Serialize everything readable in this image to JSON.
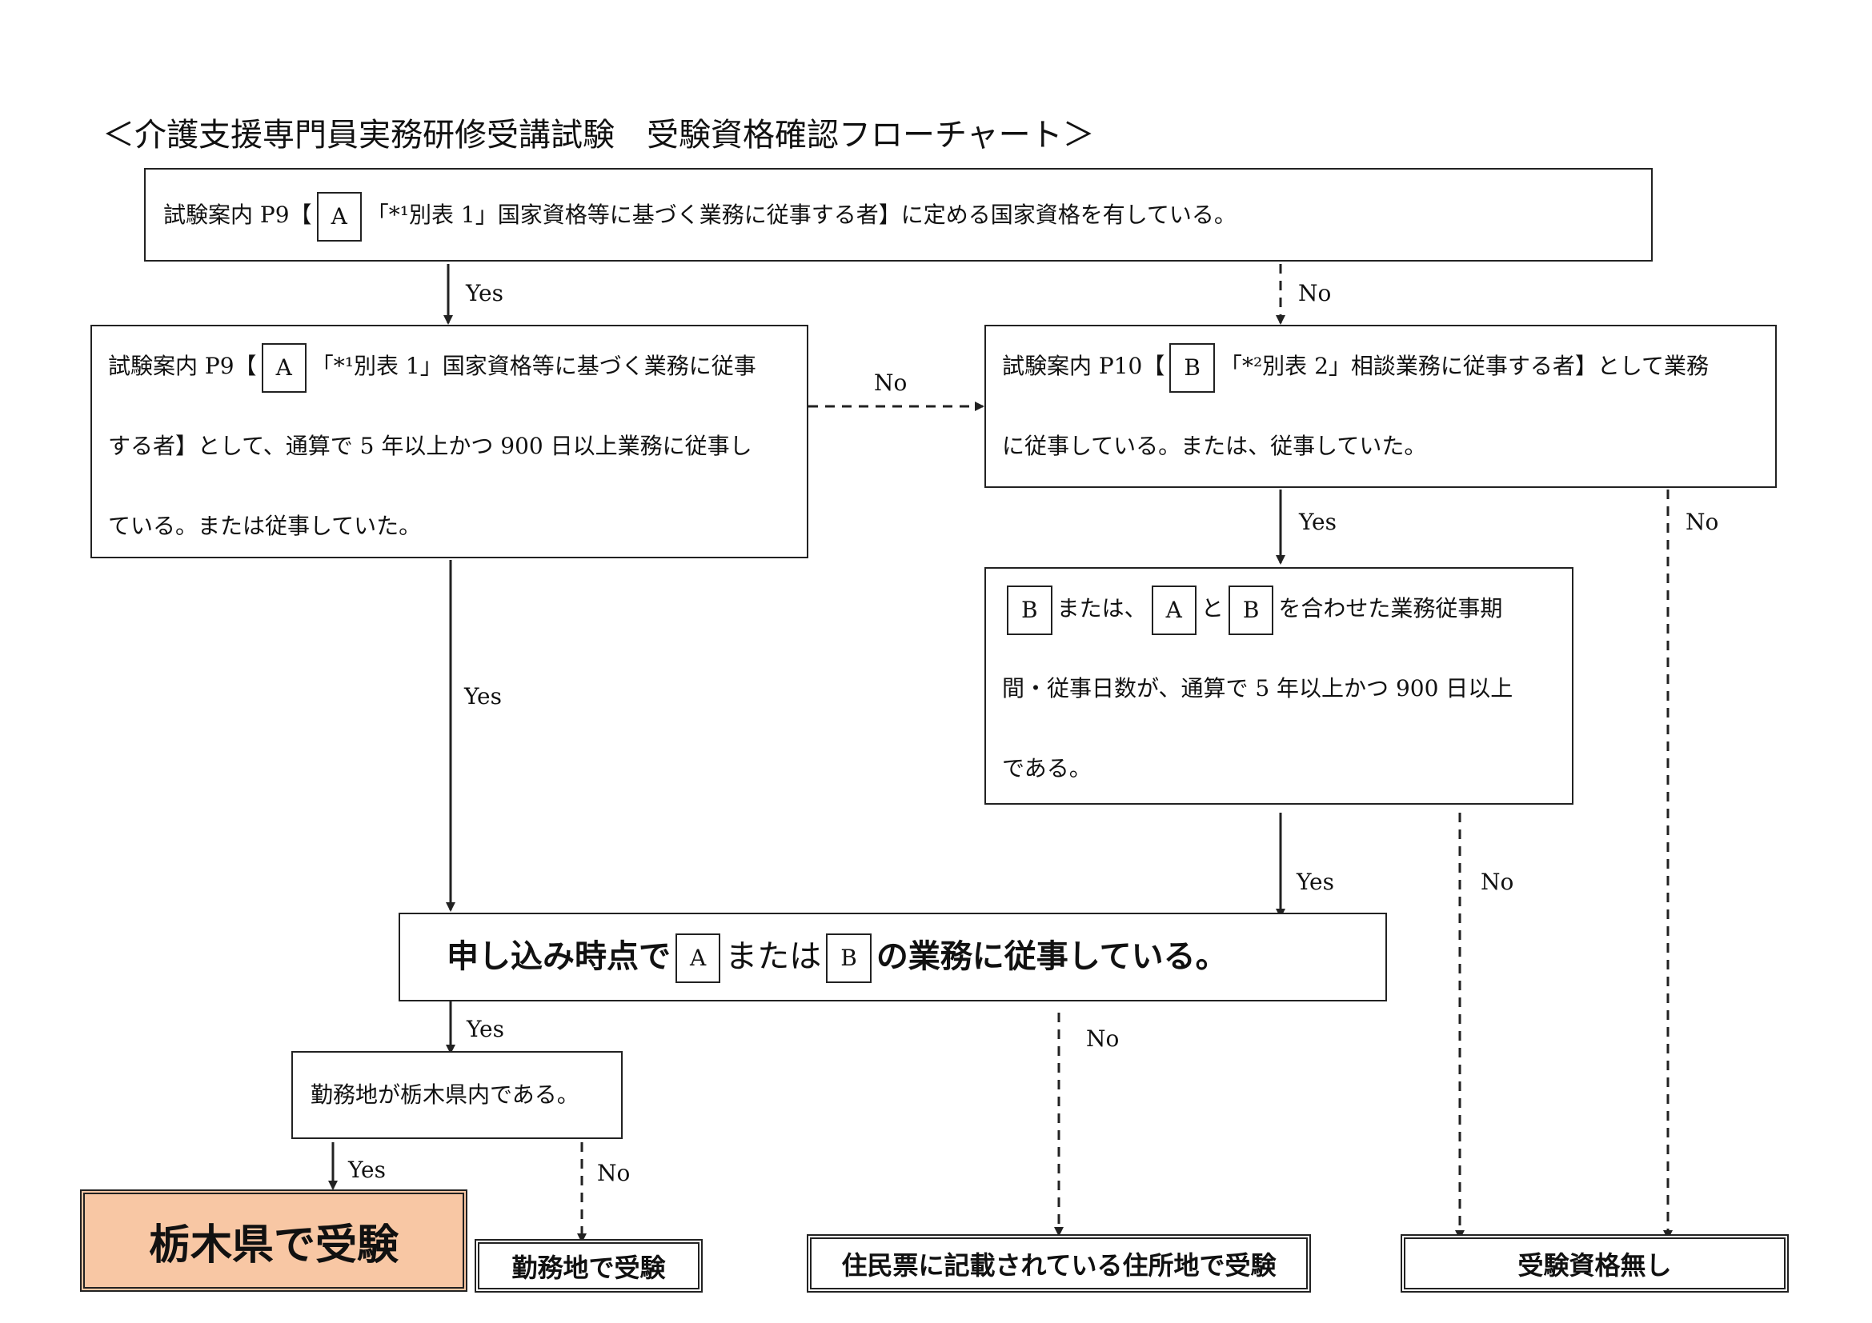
{
  "title": "＜介護支援専門員実務研修受講試験　受験資格確認フローチャート＞",
  "tag_a": "A",
  "tag_b": "B",
  "q1": {
    "prefix": "試験案内 P9【",
    "suffix": "「*¹別表 1」国家資格等に基づく業務に従事する者】に定める国家資格を有している。"
  },
  "q2": {
    "prefix": "試験案内 P9【",
    "line1_suffix": "「*¹別表 1」国家資格等に基づく業務に従事",
    "line2": "する者】として、通算で 5 年以上かつ 900 日以上業務に従事し",
    "line3": "ている。または従事していた。"
  },
  "q3": {
    "prefix": "試験案内 P10【",
    "line1_suffix": "「*²別表 2」相談業務に従事する者】として業務",
    "line2": "に従事している。または、従事していた。"
  },
  "q4": {
    "mataha": "または、",
    "to": "と",
    "line1_suffix": "を合わせた業務従事期",
    "line2": "間・従事日数が、通算で 5 年以上かつ 900 日以上",
    "line3": "である。"
  },
  "q5": {
    "prefix": "申し込み時点で",
    "mid": "または",
    "suffix": "の業務に従事している。"
  },
  "q6": {
    "text": "勤務地が栃木県内である。"
  },
  "yes": "Yes",
  "no": "No",
  "results": {
    "tochigi": "栃木県で受験",
    "workplace": "勤務地で受験",
    "residence": "住民票に記載されている住所地で受験",
    "ineligible": "受験資格無し"
  },
  "colors": {
    "highlight": "#f8c7a4",
    "line": "#222222"
  }
}
